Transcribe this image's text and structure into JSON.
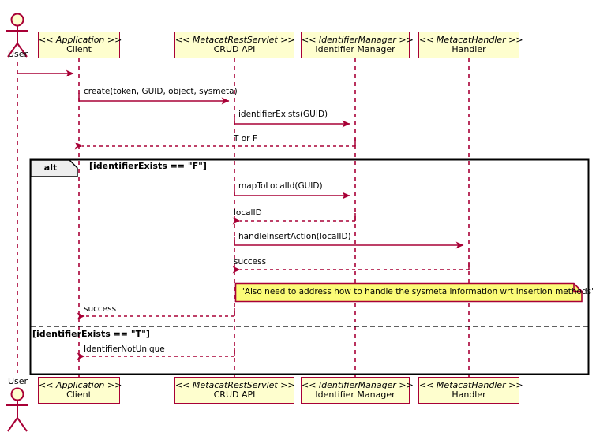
{
  "diagram": {
    "type": "uml-sequence-diagram",
    "colors": {
      "line": "#A80036",
      "participant_fill": "#FEFECE",
      "note_fill": "#FBFB77",
      "frame_border": "#000000",
      "text": "#000000",
      "background": "#FFFFFF"
    },
    "actor": {
      "label": "User",
      "icon": "actor-stick-figure"
    },
    "participants": [
      {
        "stereotype": "<< Application >>",
        "name": "Client"
      },
      {
        "stereotype": "<< MetacatRestServlet >>",
        "name": "CRUD API"
      },
      {
        "stereotype": "<< IdentifierManager >>",
        "name": "Identifier Manager"
      },
      {
        "stereotype": "<< MetacatHandler >>",
        "name": "Handler"
      }
    ],
    "messages": [
      {
        "label": "",
        "from": "User",
        "to": "Client",
        "kind": "solid"
      },
      {
        "label": "create(token, GUID, object, sysmeta)",
        "from": "Client",
        "to": "CRUD API",
        "kind": "solid"
      },
      {
        "label": "identifierExists(GUID)",
        "from": "CRUD API",
        "to": "Identifier Manager",
        "kind": "solid"
      },
      {
        "label": "T or F",
        "from": "Identifier Manager",
        "to": "CRUD API",
        "kind": "dashed"
      },
      {
        "label": "mapToLocalId(GUID)",
        "from": "CRUD API",
        "to": "Identifier Manager",
        "kind": "solid"
      },
      {
        "label": "localID",
        "from": "Identifier Manager",
        "to": "CRUD API",
        "kind": "dashed"
      },
      {
        "label": "handleInsertAction(localID)",
        "from": "CRUD API",
        "to": "Handler",
        "kind": "solid"
      },
      {
        "label": "success",
        "from": "Handler",
        "to": "CRUD API",
        "kind": "dashed"
      },
      {
        "label": "success",
        "from": "CRUD API",
        "to": "Client",
        "kind": "dashed"
      },
      {
        "label": "IdentifierNotUnique",
        "from": "CRUD API",
        "to": "Client",
        "kind": "dashed"
      }
    ],
    "fragment": {
      "operator": "alt",
      "guards": [
        "[identifierExists == \"F\"]",
        "[identifierExists == \"T\"]"
      ]
    },
    "note": {
      "text": "\"Also need to address how to handle the sysmeta information wrt insertion methods\""
    }
  }
}
